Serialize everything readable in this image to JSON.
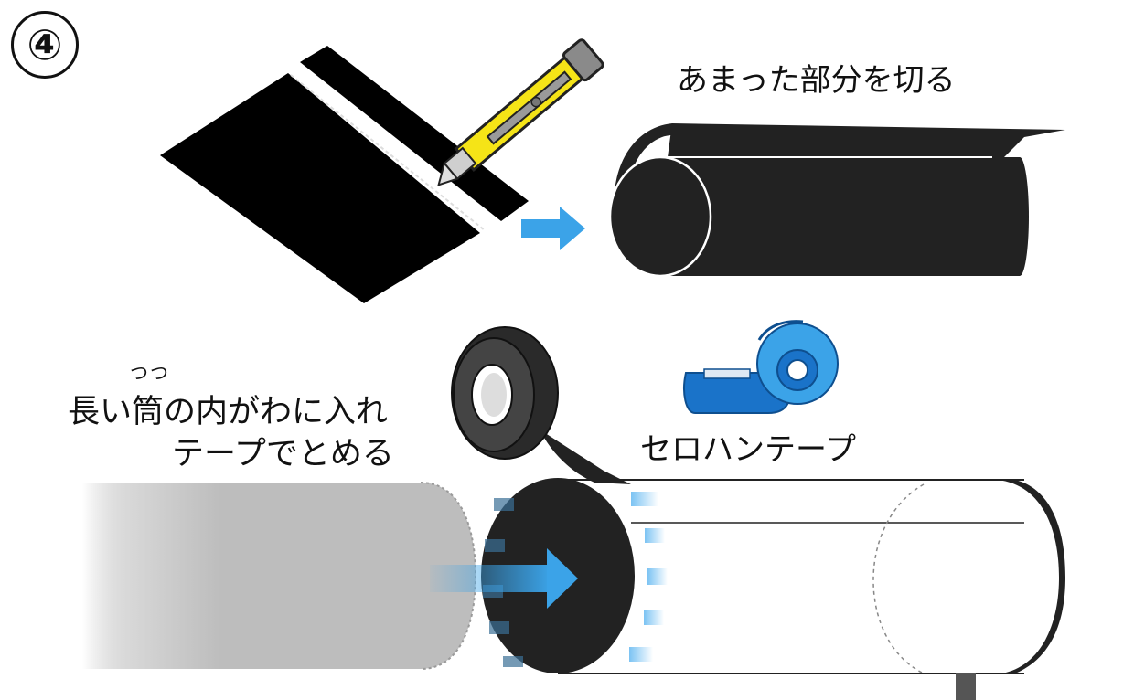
{
  "step_number": "④",
  "captions": {
    "cut": "あまった部分を切る",
    "ruby": "つつ",
    "insert_line1": "長い筒の内がわに入れ",
    "insert_line2": "テープでとめる",
    "tape": "セロハンテープ"
  },
  "colors": {
    "sheet": "#000000",
    "tube": "#222222",
    "cutter_body": "#f5e417",
    "cutter_casing": "#9a9a9a",
    "arrow_blue": "#3ba3e8",
    "tape_dispenser": "#1a73c9",
    "placeholder_tube": "#bdbdbd"
  },
  "icons": [
    "step-number-badge",
    "cutter-knife-icon",
    "right-arrow-icon",
    "tape-roll-icon",
    "tape-dispenser-icon"
  ]
}
